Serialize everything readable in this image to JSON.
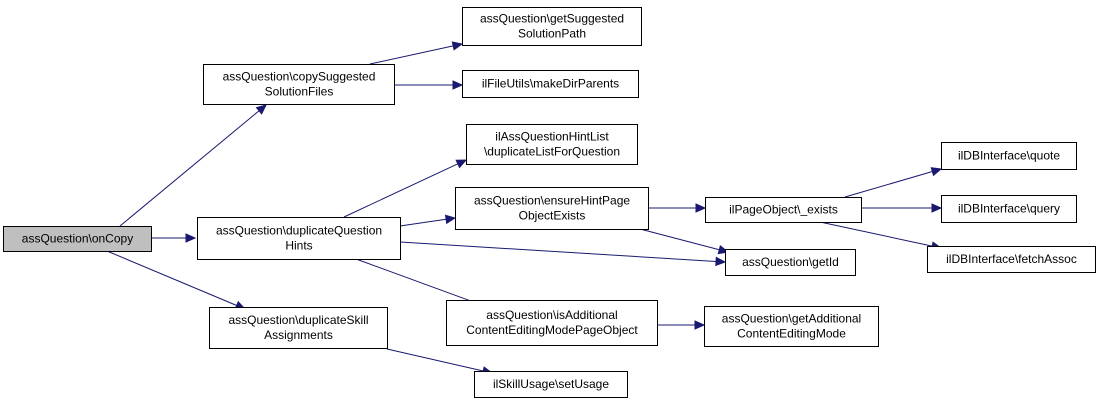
{
  "graph": {
    "nodes": [
      {
        "id": "onCopy",
        "lines": [
          "assQuestion\\onCopy"
        ],
        "root": true
      },
      {
        "id": "copySuggested",
        "lines": [
          "assQuestion\\copySuggested",
          "SolutionFiles"
        ]
      },
      {
        "id": "duplicateHints",
        "lines": [
          "assQuestion\\duplicateQuestion",
          "Hints"
        ]
      },
      {
        "id": "duplicateSkill",
        "lines": [
          "assQuestion\\duplicateSkill",
          "Assignments"
        ]
      },
      {
        "id": "getSuggestedPath",
        "lines": [
          "assQuestion\\getSuggested",
          "SolutionPath"
        ]
      },
      {
        "id": "makeDirParents",
        "lines": [
          "ilFileUtils\\makeDirParents"
        ]
      },
      {
        "id": "hintListDuplicate",
        "lines": [
          "ilAssQuestionHintList",
          "\\duplicateListForQuestion"
        ]
      },
      {
        "id": "ensureHintPage",
        "lines": [
          "assQuestion\\ensureHintPage",
          "ObjectExists"
        ]
      },
      {
        "id": "isAdditional",
        "lines": [
          "assQuestion\\isAdditional",
          "ContentEditingModePageObject"
        ]
      },
      {
        "id": "setUsage",
        "lines": [
          "ilSkillUsage\\setUsage"
        ]
      },
      {
        "id": "pageExists",
        "lines": [
          "ilPageObject\\_exists"
        ]
      },
      {
        "id": "getId",
        "lines": [
          "assQuestion\\getId"
        ]
      },
      {
        "id": "getAdditional",
        "lines": [
          "assQuestion\\getAdditional",
          "ContentEditingMode"
        ]
      },
      {
        "id": "dbQuote",
        "lines": [
          "ilDBInterface\\quote"
        ]
      },
      {
        "id": "dbQuery",
        "lines": [
          "ilDBInterface\\query"
        ]
      },
      {
        "id": "dbFetchAssoc",
        "lines": [
          "ilDBInterface\\fetchAssoc"
        ]
      }
    ],
    "edges": [
      [
        "onCopy",
        "copySuggested"
      ],
      [
        "onCopy",
        "duplicateHints"
      ],
      [
        "onCopy",
        "duplicateSkill"
      ],
      [
        "copySuggested",
        "getSuggestedPath"
      ],
      [
        "copySuggested",
        "makeDirParents"
      ],
      [
        "duplicateHints",
        "hintListDuplicate"
      ],
      [
        "duplicateHints",
        "ensureHintPage"
      ],
      [
        "duplicateHints",
        "getId"
      ],
      [
        "duplicateHints",
        "isAdditional"
      ],
      [
        "duplicateSkill",
        "setUsage"
      ],
      [
        "ensureHintPage",
        "pageExists"
      ],
      [
        "ensureHintPage",
        "getId"
      ],
      [
        "isAdditional",
        "getAdditional"
      ],
      [
        "pageExists",
        "dbQuote"
      ],
      [
        "pageExists",
        "dbQuery"
      ],
      [
        "pageExists",
        "dbFetchAssoc"
      ]
    ],
    "colors": {
      "edge": "#191970",
      "root_fill": "#bfbfbf",
      "node_fill": "#ffffff",
      "node_stroke": "#000000"
    }
  }
}
